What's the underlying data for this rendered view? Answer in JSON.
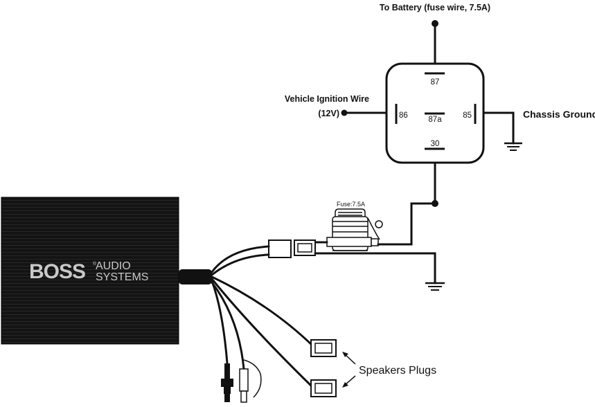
{
  "labels": {
    "battery": "To Battery (fuse wire, 7.5A)",
    "ignition_line1": "Vehicle Ignition Wire",
    "ignition_line2": "(12V)",
    "chassis_ground": "Chassis Ground",
    "fuse": "Fuse:7.5A",
    "speakers": "Speakers Plugs"
  },
  "relay": {
    "pins": {
      "p87": "87",
      "p86": "86",
      "p87a": "87a",
      "p85": "85",
      "p30": "30"
    }
  },
  "amplifier": {
    "brand": "BOSS",
    "brand_mark": "®",
    "line1": "AUDIO",
    "line2": "SYSTEMS"
  },
  "colors": {
    "wire": "#111111",
    "amp_body": "#151515",
    "brand_text": "#c9c9c9"
  }
}
